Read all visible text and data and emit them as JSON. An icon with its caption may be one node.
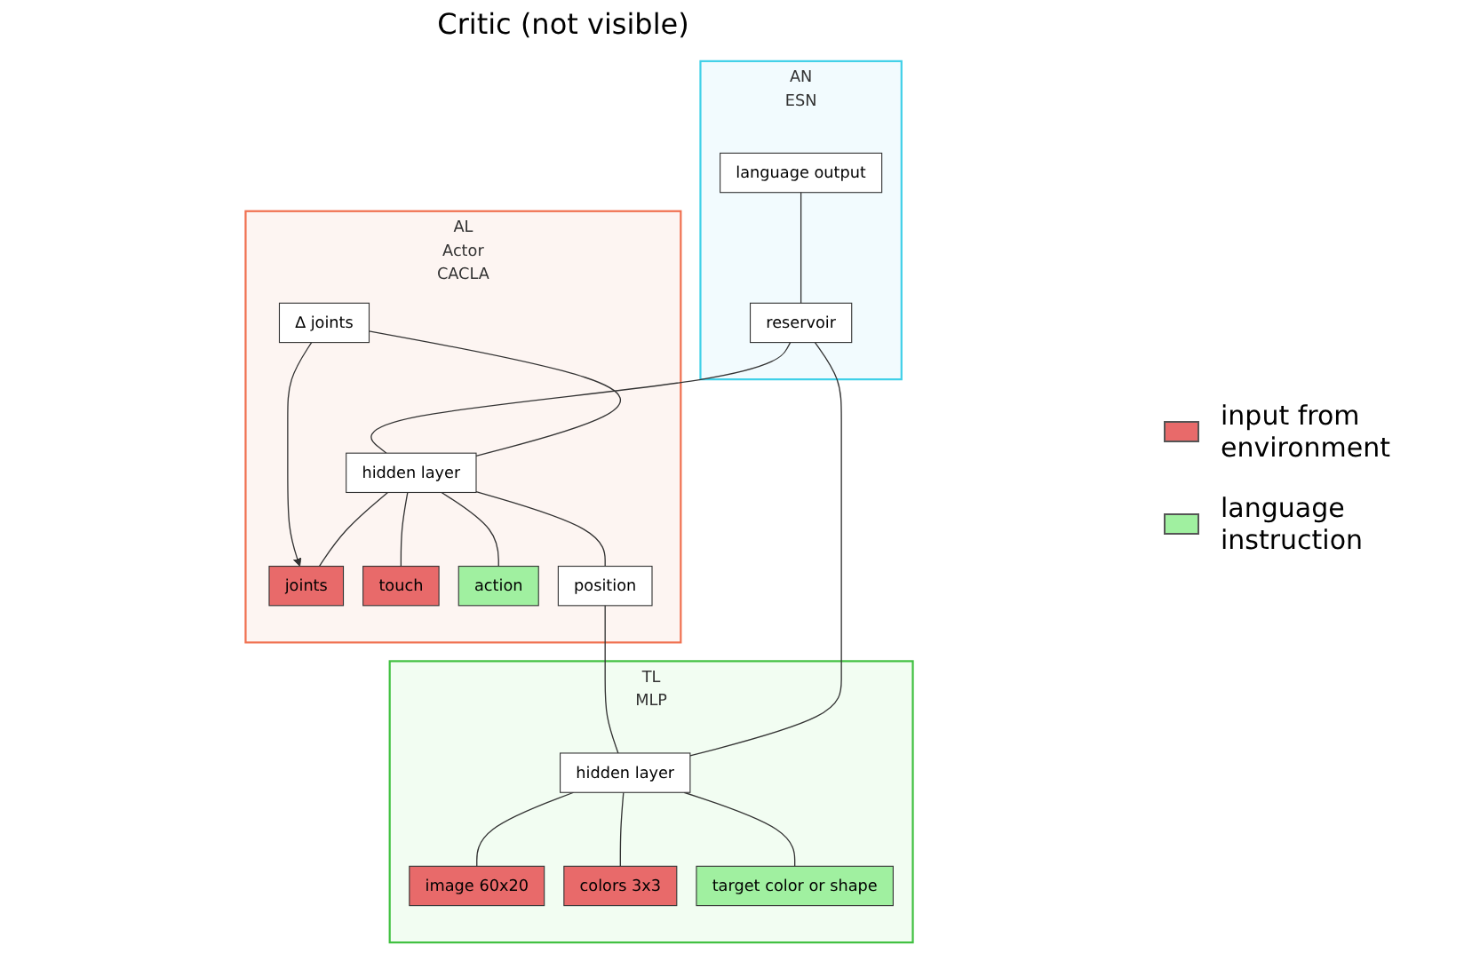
{
  "diagram": {
    "nodes": [
      {
        "text": [
          "AL",
          "Actor",
          "CACLA"
        ]
      },
      {
        "text": [
          "∆ joints"
        ],
        "in": 0
      },
      {
        "text": [
          "hidden layer"
        ],
        "in": 0
      },
      {
        "text": [
          "joints"
        ],
        "in": 0
      },
      {
        "text": [
          "touch"
        ],
        "in": 0
      },
      {
        "text": [
          "action"
        ],
        "in": 0
      },
      {
        "text": [
          "position"
        ],
        "in": 0
      },
      {
        "text": [
          "AN",
          "ESN"
        ]
      },
      {
        "text": [
          "language output"
        ],
        "in": 7
      },
      {
        "text": [
          "reservoir"
        ],
        "in": 7
      },
      {
        "text": [
          "TL",
          "MLP"
        ]
      },
      {
        "text": [
          "hidden layer"
        ],
        "in": 10
      },
      {
        "text": [
          "image 60x20"
        ],
        "in": 10
      },
      {
        "text": [
          "colors 3x3"
        ],
        "in": 10
      },
      {
        "text": [
          "target color or shape"
        ],
        "in": 10
      }
    ],
    "edges": [
      {
        "from": 1,
        "to": 2,
        "arrow": "none"
      },
      {
        "from": 2,
        "to": 3,
        "arrow": "none"
      },
      {
        "from": 2,
        "to": 4,
        "arrow": "none"
      },
      {
        "from": 2,
        "to": 5,
        "arrow": "none"
      },
      {
        "from": 2,
        "to": 6,
        "arrow": "none"
      },
      {
        "from": 1,
        "to": 3,
        "arrow": "to"
      },
      {
        "from": 8,
        "to": 9,
        "arrow": "none"
      },
      {
        "from": 9,
        "to": 2,
        "arrow": "none"
      },
      {
        "from": 9,
        "to": 11,
        "arrow": "none"
      },
      {
        "from": 6,
        "to": 11,
        "arrow": "none"
      },
      {
        "from": 11,
        "to": 12,
        "arrow": "none"
      },
      {
        "from": 11,
        "to": 13,
        "arrow": "none"
      },
      {
        "from": 11,
        "to": 14,
        "arrow": "none"
      }
    ],
    "labels": [
      "Critic (not visible)"
    ],
    "legend": [
      {
        "text": "input from environment",
        "color": "#e86a6a"
      },
      {
        "text": "language instruction",
        "color": "#a0f0a0"
      }
    ]
  }
}
